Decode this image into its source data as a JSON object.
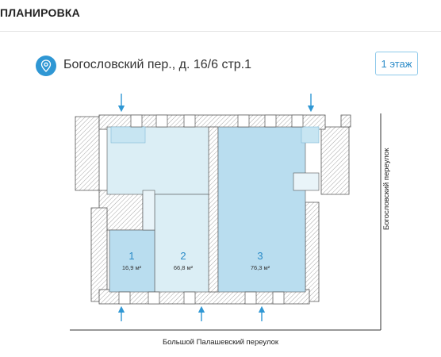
{
  "header": {
    "title": "ПЛАНИРОВКА"
  },
  "address": {
    "text": "Богословский пер., д. 16/6 стр.1",
    "icon": "location-pin-icon"
  },
  "floor_button": {
    "label": "1 этаж"
  },
  "plan": {
    "rooms": [
      {
        "number": "1",
        "area": "16,9 м²"
      },
      {
        "number": "2",
        "area": "66,8 м²"
      },
      {
        "number": "3",
        "area": "76,3 м²"
      }
    ],
    "street_bottom": "Большой Палашевский переулок",
    "street_right": "Богословский переулок",
    "colors": {
      "room_light": "#dbeef5",
      "room_dark": "#b9ddef",
      "accent": "#2f97d4",
      "wall_hatch": "#9a9a9a"
    }
  }
}
